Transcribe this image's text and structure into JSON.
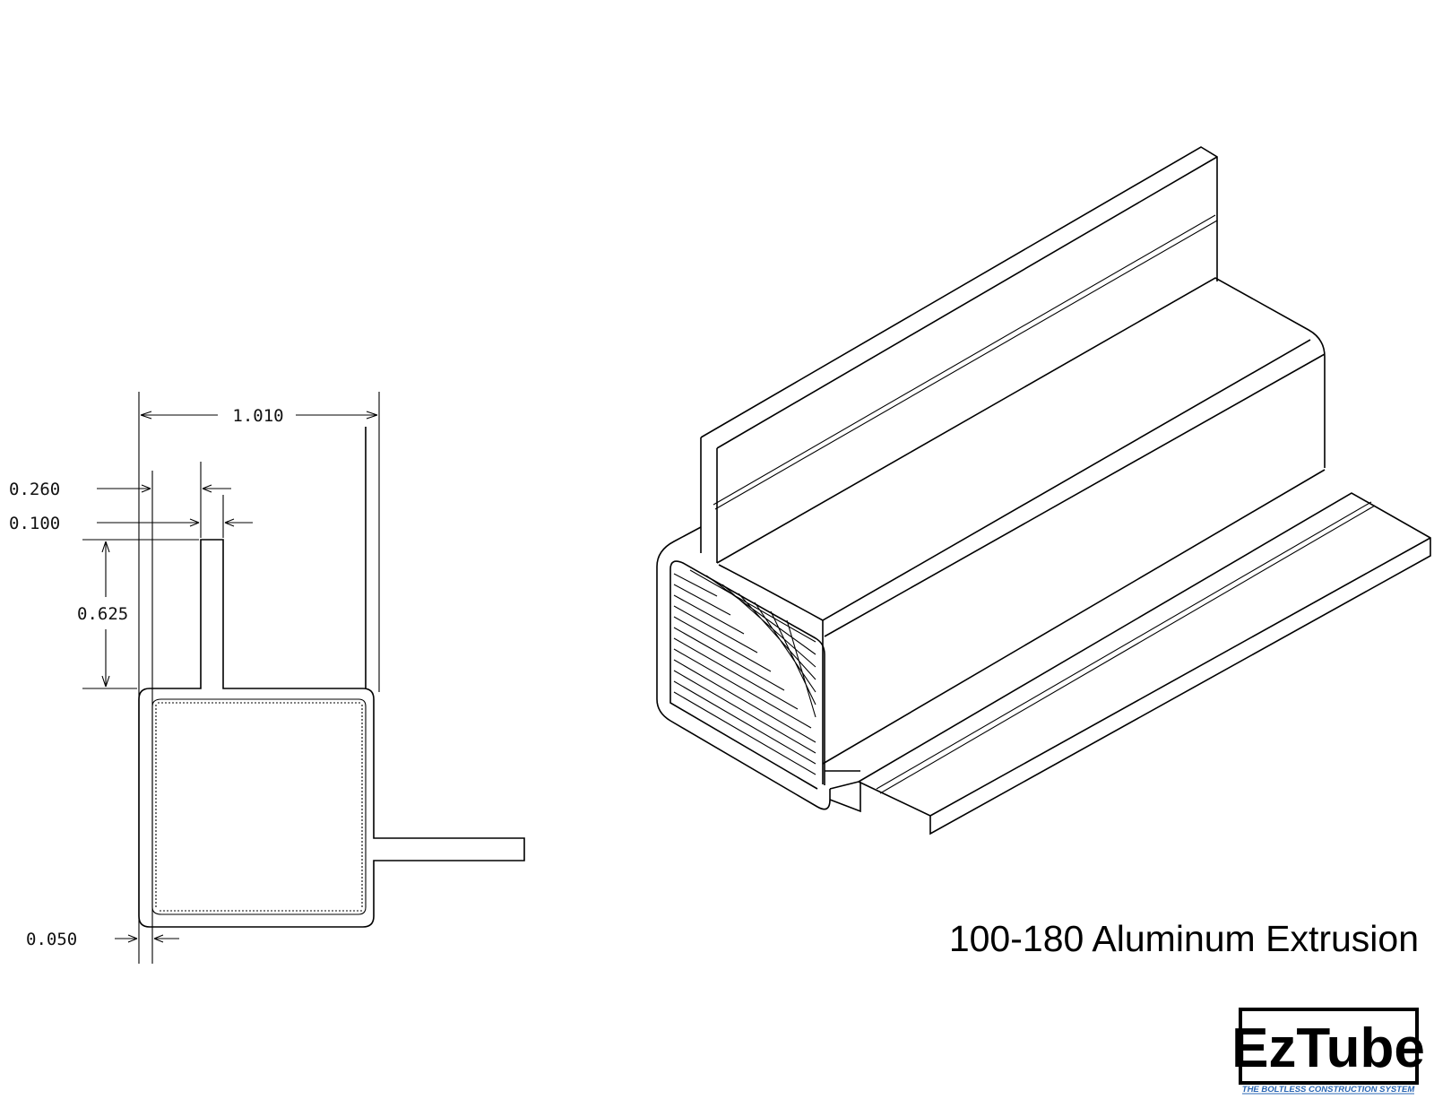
{
  "dimensions": {
    "overall_width": "1.010",
    "fin_offset": "0.260",
    "fin_thickness": "0.100",
    "fin_height": "0.625",
    "wall_thickness": "0.050"
  },
  "title": "100-180 Aluminum Extrusion",
  "logo": {
    "brand": "EzTube",
    "tagline": "THE BOLTLESS CONSTRUCTION SYSTEM"
  },
  "colors": {
    "line": "#000000",
    "background": "#ffffff",
    "tagline": "#2b67b4"
  }
}
